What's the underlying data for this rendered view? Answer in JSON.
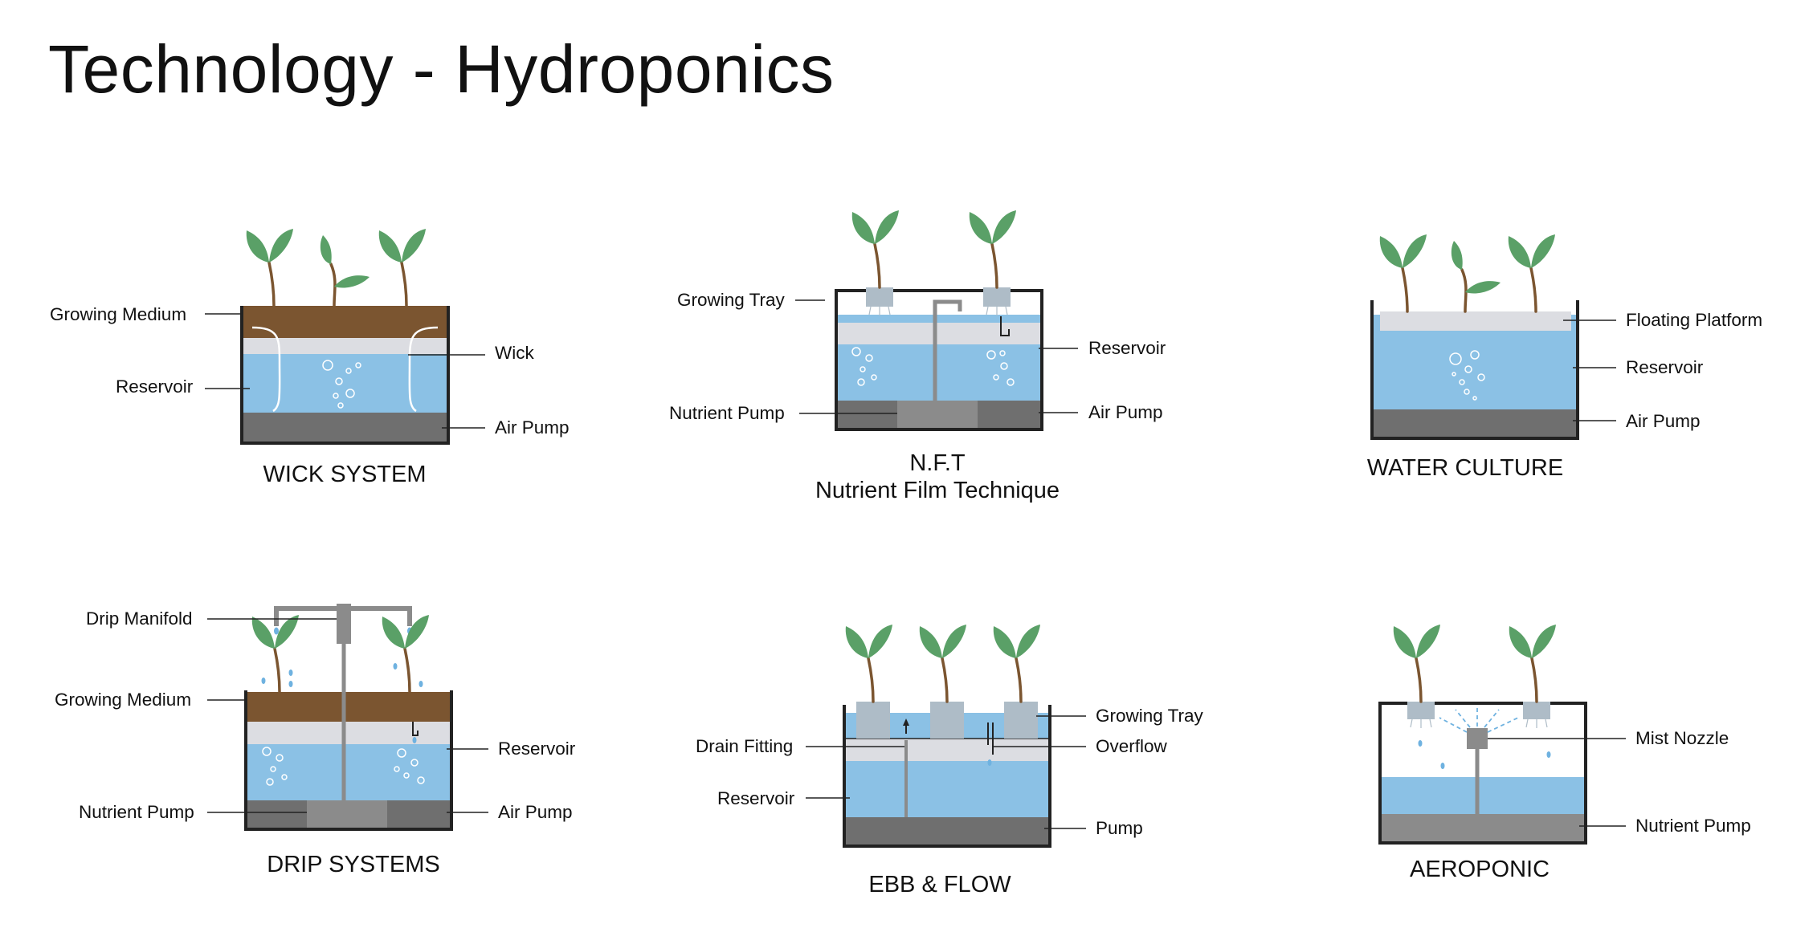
{
  "title": "Technology - Hydroponics",
  "colors": {
    "water": "#8bc1e5",
    "soil": "#7b5530",
    "base": "#6f6f6f",
    "leaf": "#5aa067",
    "stem": "#7b5530",
    "tray": "#dcdde2",
    "pot": "#aebcc7"
  },
  "systems": {
    "wick": {
      "title": "WICK SYSTEM",
      "labels": {
        "growing_medium": "Growing Medium",
        "reservoir": "Reservoir",
        "wick": "Wick",
        "air_pump": "Air Pump"
      }
    },
    "nft": {
      "title_line1": "N.F.T",
      "title_line2": "Nutrient Film Technique",
      "labels": {
        "growing_tray": "Growing Tray",
        "nutrient_pump": "Nutrient Pump",
        "reservoir": "Reservoir",
        "air_pump": "Air Pump"
      }
    },
    "water_culture": {
      "title": "WATER CULTURE",
      "labels": {
        "floating_platform": "Floating Platform",
        "reservoir": "Reservoir",
        "air_pump": "Air Pump"
      }
    },
    "drip": {
      "title": "DRIP SYSTEMS",
      "labels": {
        "drip_manifold": "Drip Manifold",
        "growing_medium": "Growing Medium",
        "nutrient_pump": "Nutrient Pump",
        "reservoir": "Reservoir",
        "air_pump": "Air Pump"
      }
    },
    "ebb_flow": {
      "title": "EBB & FLOW",
      "labels": {
        "drain_fitting": "Drain Fitting",
        "reservoir": "Reservoir",
        "growing_tray": "Growing Tray",
        "overflow": "Overflow",
        "pump": "Pump"
      }
    },
    "aeroponic": {
      "title": "AEROPONIC",
      "labels": {
        "mist_nozzle": "Mist Nozzle",
        "nutrient_pump": "Nutrient Pump"
      }
    }
  }
}
